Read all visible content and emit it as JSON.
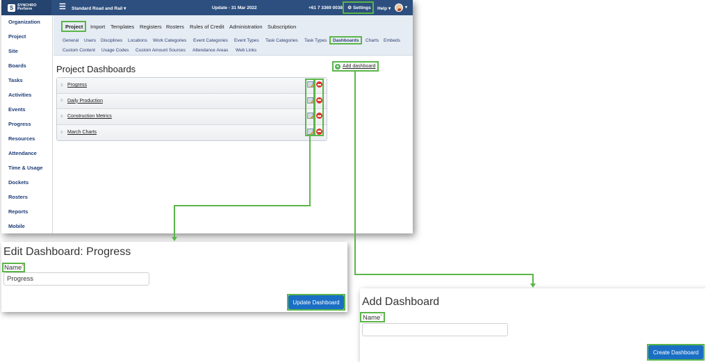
{
  "topbar": {
    "logo_line1": "SYNCHRO",
    "logo_line2": "Perform",
    "project": "Standard Road and Rail ▾",
    "update": "Update - 31 Mar 2022",
    "phone": "+61 7 3369 0038",
    "settings": "Settings",
    "help": "Help ▾"
  },
  "sidebar": {
    "items": [
      "Organization",
      "Project",
      "Site",
      "Boards",
      "Tasks",
      "Activities",
      "Events",
      "Progress",
      "Resources",
      "Attendance",
      "Time & Usage",
      "Dockets",
      "Rosters",
      "Reports",
      "Mobile"
    ]
  },
  "tabs": {
    "top": [
      "Project",
      "Import",
      "Templates",
      "Registers",
      "Rosters",
      "Rules of Credit",
      "Administration",
      "Subscription"
    ],
    "sub_row1": [
      "General",
      "Users",
      "Disciplines",
      "Locations",
      "Work Categories",
      "Event Categories",
      "Event Types",
      "Task Categories",
      "Task Types",
      "Dashboards",
      "Charts",
      "Embeds"
    ],
    "sub_row2": [
      "Custom Content",
      "Usage Codes",
      "Custom Amount Sources",
      "Attendance Areas",
      "Web Links"
    ]
  },
  "main": {
    "title": "Project Dashboards",
    "add_label": "Add dashboard",
    "dashboards": [
      "Progress",
      "Daily Production",
      "Construction Metrics",
      "March Charts"
    ]
  },
  "edit_panel": {
    "title": "Edit Dashboard: Progress",
    "name_label": "Name",
    "required_mark": "*",
    "name_value": "Progress",
    "button": "Update Dashboard"
  },
  "add_panel": {
    "title": "Add Dashboard",
    "name_label": "Name",
    "required_mark": "*",
    "name_value": "",
    "button": "Create Dashboard"
  },
  "colors": {
    "topbar": "#2c4f7f",
    "highlight": "#5ab548",
    "primary_button": "#1a6fc4",
    "nav_text": "#1d3c78"
  }
}
